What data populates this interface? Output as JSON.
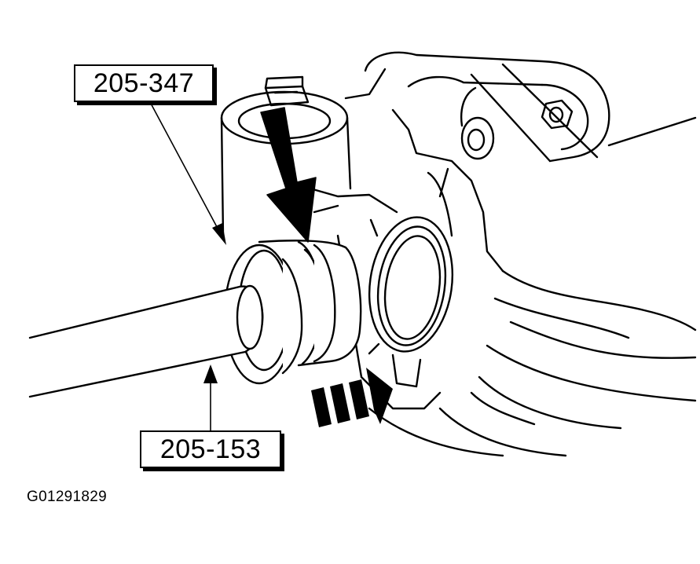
{
  "callouts": {
    "tool_top": "205-347",
    "tool_bottom": "205-153"
  },
  "figure_id": "G01291829",
  "colors": {
    "ink": "#000000",
    "paper": "#ffffff"
  }
}
